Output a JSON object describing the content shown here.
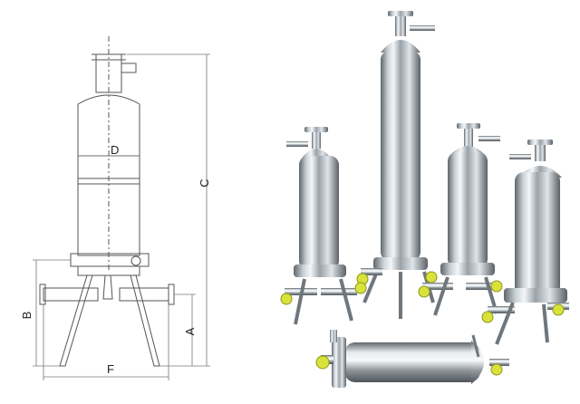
{
  "drawing": {
    "labels": {
      "d": "D",
      "c": "C",
      "b": "B",
      "a": "A",
      "f": "F"
    }
  },
  "colors": {
    "line": "#555555",
    "steel_dark": "#6f767c",
    "steel_mid": "#b9c0c6",
    "steel_light": "#eef2f5",
    "cap_yellow": "#d8e23a",
    "background": "#ffffff"
  }
}
